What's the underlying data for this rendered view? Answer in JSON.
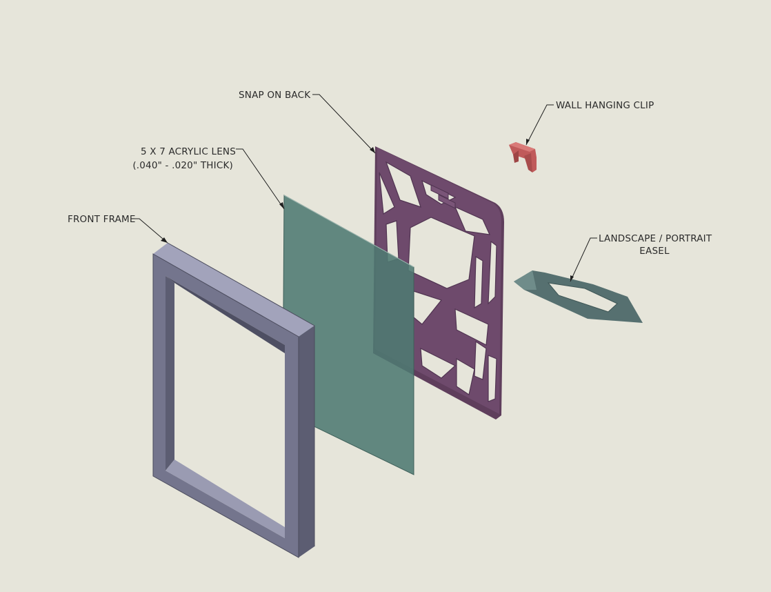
{
  "diagram": {
    "labels": {
      "front_frame": "FRONT FRAME",
      "lens_line1": "5 X 7 ACRYLIC LENS",
      "lens_line2": "(.040\" - .020\" THICK)",
      "snap_back": "SNAP ON BACK",
      "wall_clip": "WALL HANGING CLIP",
      "easel_line1": "LANDSCAPE / PORTRAIT",
      "easel_line2": "EASEL"
    },
    "colors": {
      "background": "#e6e5da",
      "frame": "#8d8ea4",
      "lens": "#4e7a72",
      "back": "#6e4a6c",
      "clip": "#c05a5a",
      "easel": "#567070"
    }
  }
}
